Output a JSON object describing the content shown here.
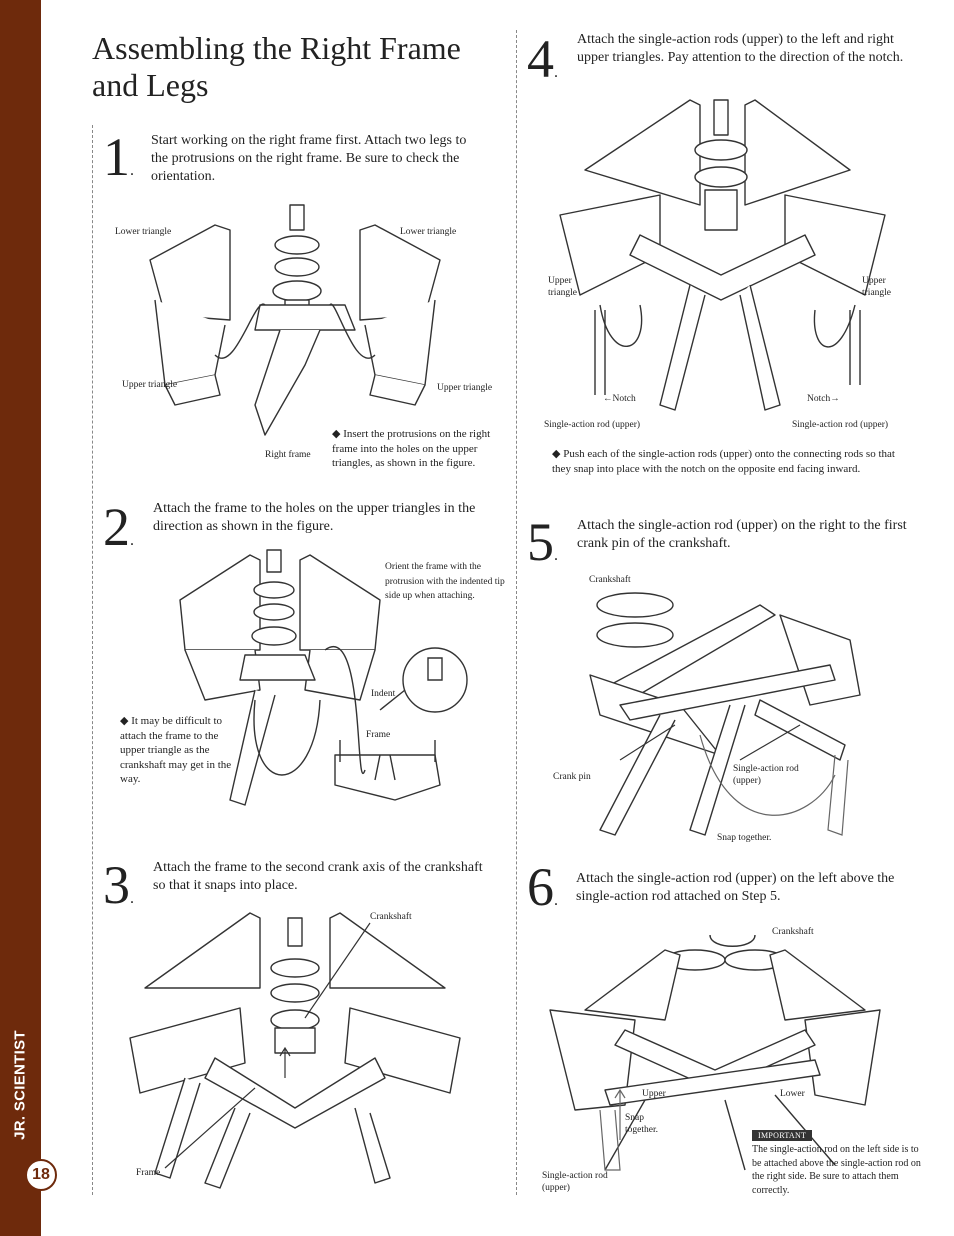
{
  "sidebar": {
    "brand": "JR. SCIENTIST",
    "page_number": "18"
  },
  "page": {
    "title": "Assembling the Right Frame and Legs"
  },
  "steps": [
    {
      "number": "1",
      "dot": ".",
      "text": "Start working on the right frame first. Attach two legs to the protrusions on the right frame. Be sure to check the orientation.",
      "labels": [
        "Lower triangle",
        "Lower triangle",
        "Upper triangle",
        "Upper triangle",
        "Right frame"
      ],
      "note": "◆ Insert the protrusions on the right frame into the holes on the upper triangles, as shown in the figure."
    },
    {
      "number": "2",
      "dot": ".",
      "text": "Attach the frame to the holes on the upper triangles in the direction as shown in the figure.",
      "labels": [
        "Orient the frame with the protrusion with the indented tip side up when attaching.",
        "Indent",
        "Frame"
      ],
      "note": "◆ It may be difficult to attach the frame to the upper triangle as the crankshaft may get in the way."
    },
    {
      "number": "3",
      "dot": ".",
      "text": "Attach the frame to the second crank axis of the crankshaft so that it snaps into place.",
      "labels": [
        "Crankshaft",
        "Frame"
      ]
    },
    {
      "number": "4",
      "dot": ".",
      "text": "Attach the single-action rods (upper) to the left and right upper triangles. Pay attention to the direction of  the notch.",
      "labels": [
        "Upper triangle",
        "Upper triangle",
        "←Notch",
        "Notch→",
        "Single-action rod (upper)",
        "Single-action rod (upper)"
      ],
      "note": "◆ Push each of the single-action rods (upper) onto the connecting rods so that they snap into place with the notch on the opposite end facing inward."
    },
    {
      "number": "5",
      "dot": ".",
      "text": "Attach the single-action rod (upper) on the right to the first crank pin of the crankshaft.",
      "labels": [
        "Crankshaft",
        "Crank pin",
        "Single-action rod (upper)",
        "Snap together."
      ]
    },
    {
      "number": "6",
      "dot": ".",
      "text": "Attach the single-action rod (upper) on the left above the single-action rod attached on Step 5.",
      "labels": [
        "Crankshaft",
        "Upper",
        "Lower",
        "Snap together.",
        "Single-action rod (upper)"
      ],
      "important_tag": "IMPORTANT",
      "note": "The single-action rod on the left side is to be attached above the single-action rod on the right side. Be sure to attach them correctly."
    }
  ]
}
